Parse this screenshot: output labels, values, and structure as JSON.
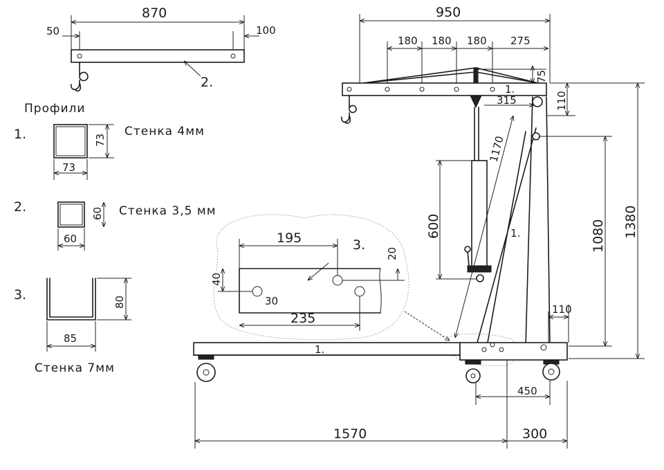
{
  "beam2": {
    "len": "870",
    "left": "50",
    "right": "100",
    "label": "2."
  },
  "profiles": {
    "title": "Профили",
    "p1": {
      "num": "1.",
      "h": "73",
      "w": "73",
      "wall": "Стенка 4мм"
    },
    "p2": {
      "num": "2.",
      "h": "60",
      "w": "60",
      "wall": "Стенка 3,5 мм"
    },
    "p3": {
      "num": "3.",
      "h": "80",
      "w": "85",
      "wall": "Стенка 7мм"
    }
  },
  "detail3": {
    "label": "3.",
    "d195": "195",
    "d235": "235",
    "d40": "40",
    "d20": "20",
    "d30": "30"
  },
  "crane": {
    "boom_len": "950",
    "s1": "180",
    "s2": "180",
    "s3": "180",
    "s4": "275",
    "truss_h": "75",
    "boom_label": "1.",
    "d315": "315",
    "d110_top": "110",
    "d1170": "1170",
    "d600": "600",
    "d1080": "1080",
    "d1380": "1380",
    "mast_label": "1.",
    "d110_base": "110",
    "base_label": "1.",
    "d450": "450",
    "d1570": "1570",
    "d300": "300"
  }
}
